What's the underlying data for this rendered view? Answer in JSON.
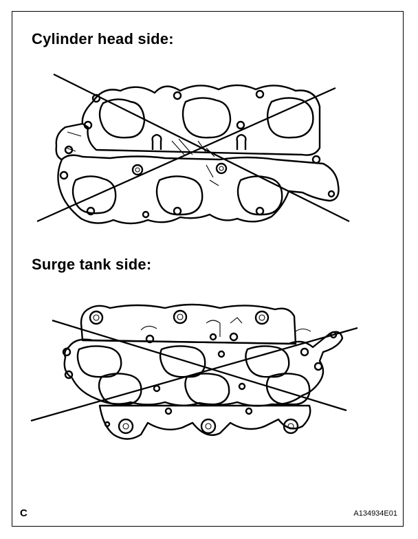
{
  "diagram": {
    "top_heading": "Cylinder head side:",
    "bottom_heading": "Surge tank side:",
    "corner_left_label": "C",
    "corner_right_label": "A134934E01"
  }
}
